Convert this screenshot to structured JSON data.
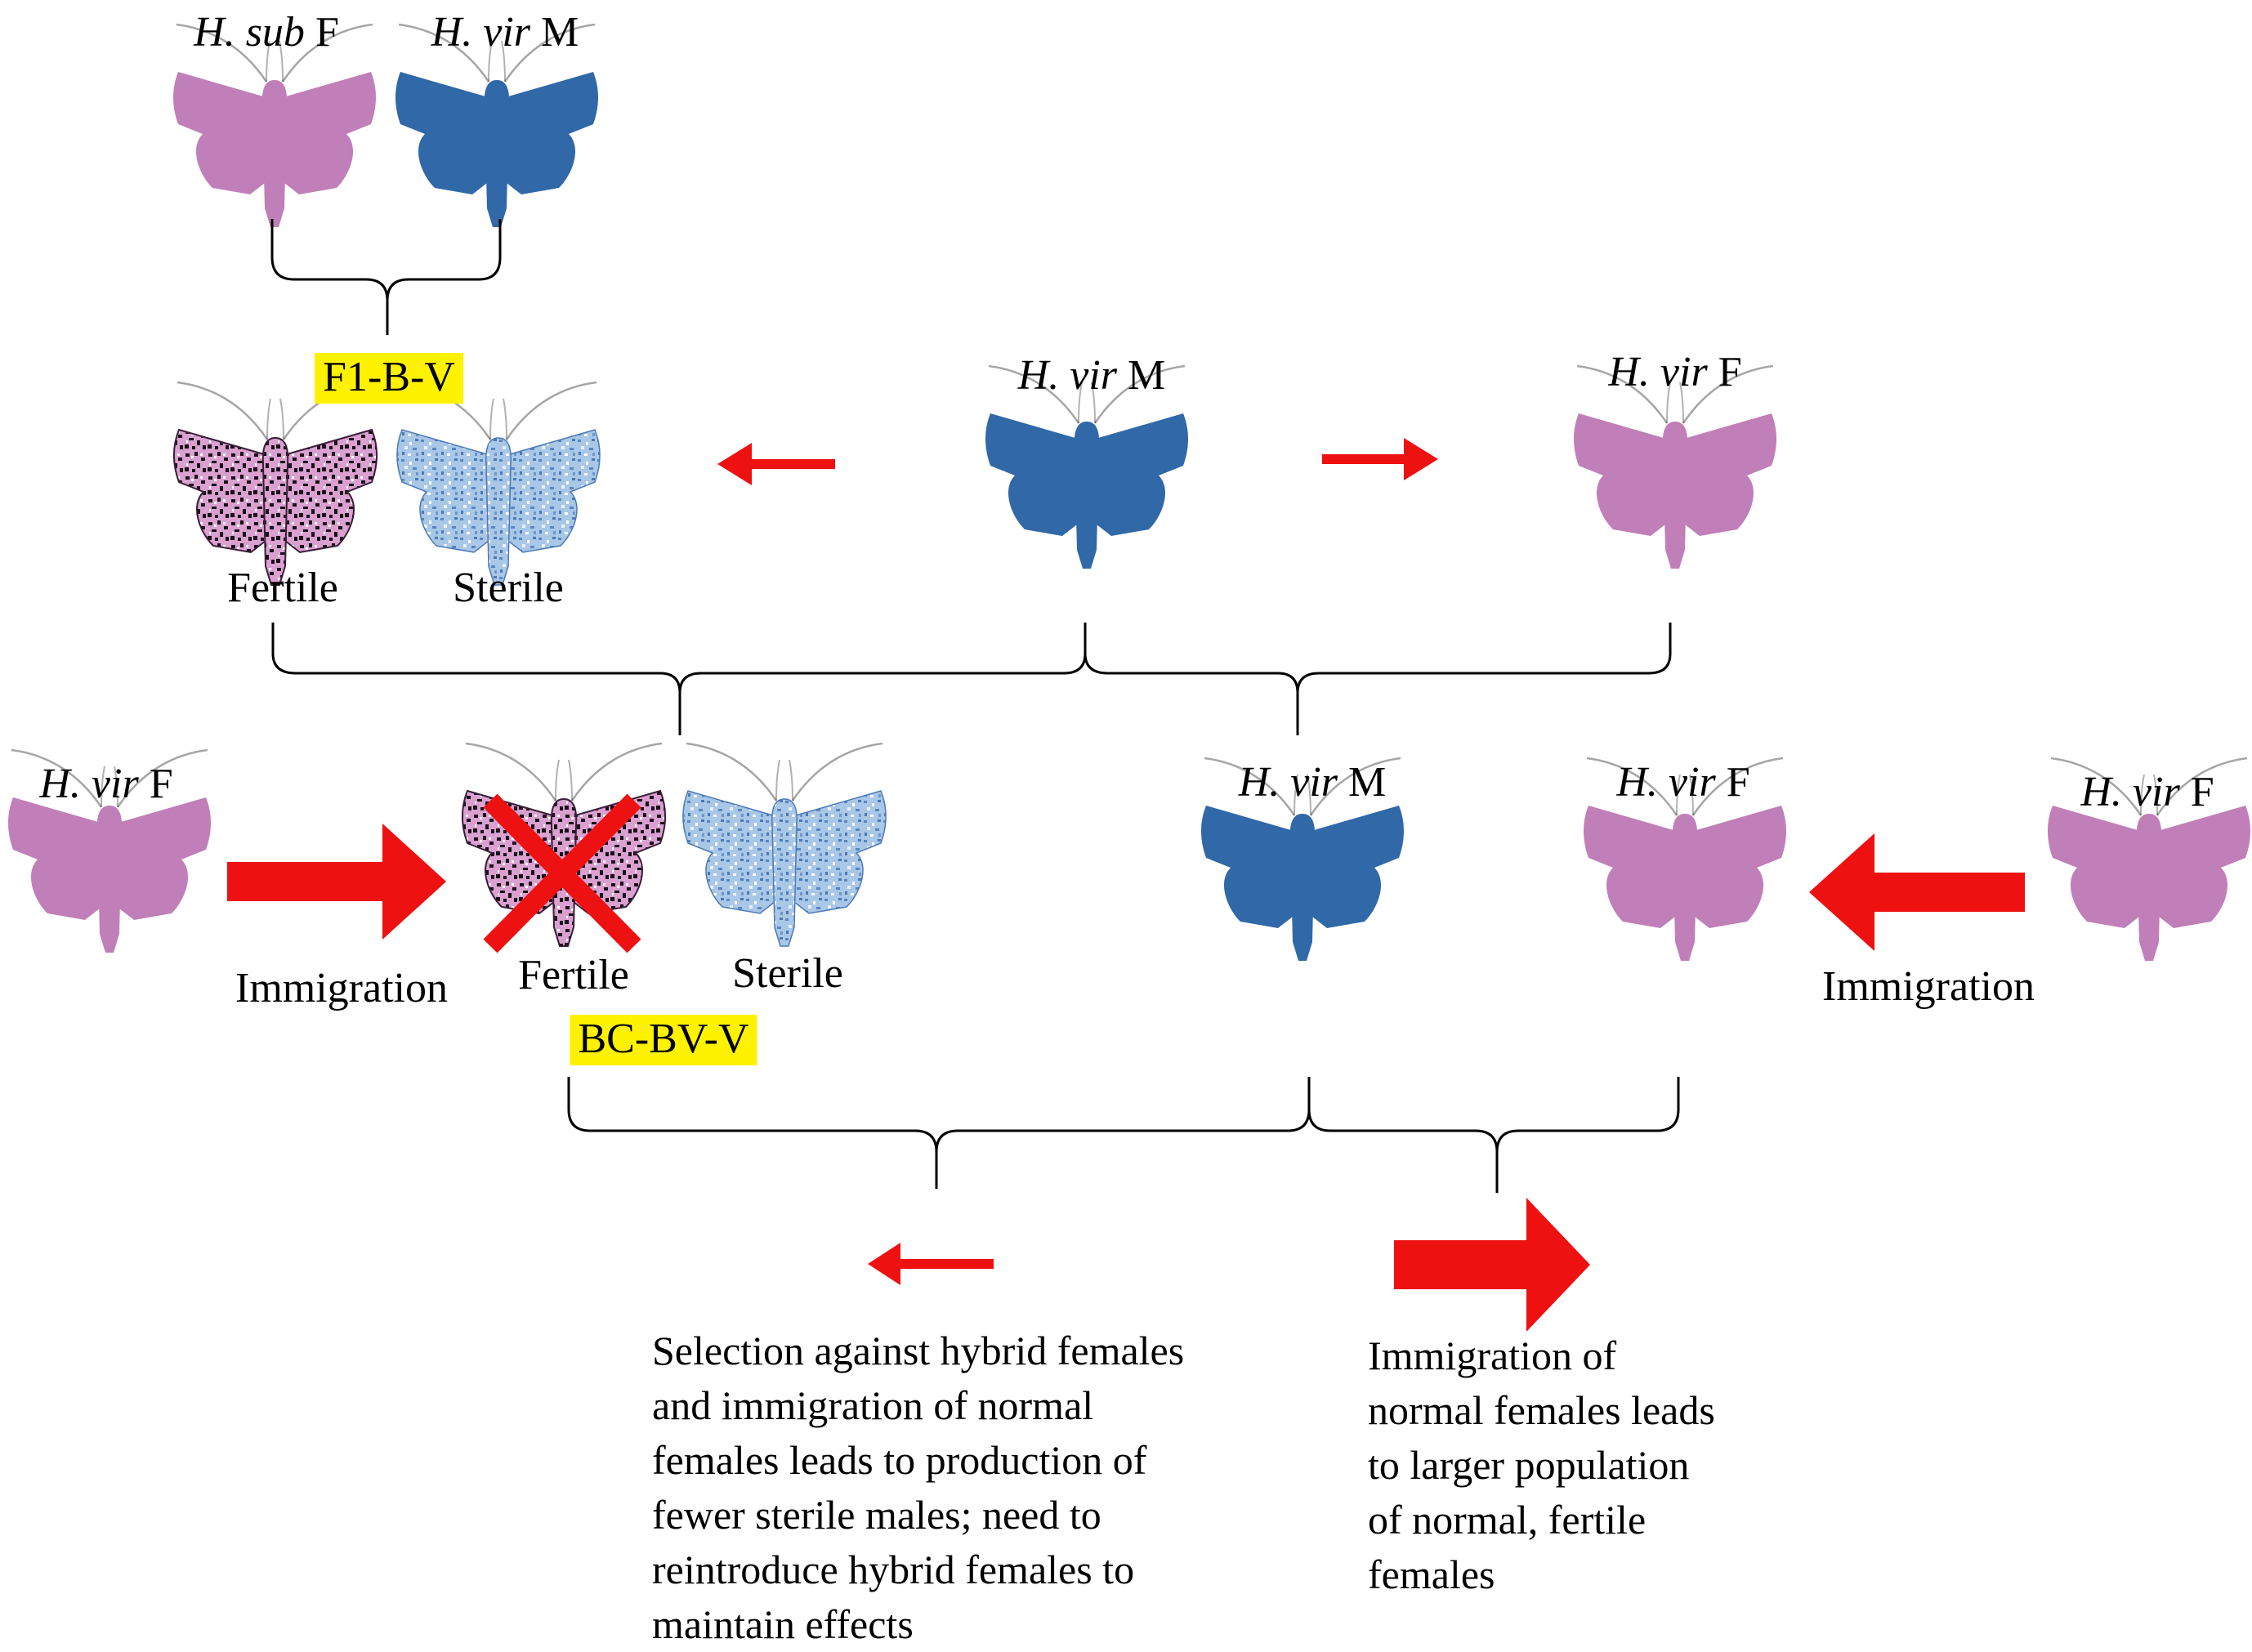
{
  "parents": {
    "hsub_f": {
      "genus": "H. sub",
      "sex": "F"
    },
    "hvir_m": {
      "genus": "H. vir",
      "sex": "M"
    }
  },
  "generation1": {
    "badge": "F1-B-V",
    "fertile": "Fertile",
    "sterile": "Sterile",
    "hvir_m": {
      "genus": "H. vir",
      "sex": "M"
    },
    "hvir_f": {
      "genus": "H. vir",
      "sex": "F"
    }
  },
  "generation2": {
    "left_female": {
      "genus": "H. vir",
      "sex": "F"
    },
    "immigration_left": "Immigration",
    "fertile": "Fertile",
    "sterile": "Sterile",
    "badge": "BC-BV-V",
    "hvir_m": {
      "genus": "H. vir",
      "sex": "M"
    },
    "hvir_f": {
      "genus": "H. vir",
      "sex": "F"
    },
    "right_female": {
      "genus": "H. vir",
      "sex": "F"
    },
    "immigration_right": "Immigration"
  },
  "outcomes": {
    "left_lines": [
      "Selection against hybrid females",
      "and immigration of normal",
      "females leads to production of",
      "fewer sterile males; need to",
      "reintroduce hybrid females to",
      "maintain effects"
    ],
    "right_lines": [
      "Immigration of",
      "normal females leads",
      "to larger population",
      "of normal, fertile",
      "females"
    ]
  },
  "colors": {
    "female_pink": "#c07fb8",
    "male_blue": "#3068a8",
    "arrow_red": "#ee1111",
    "badge_yellow": "#fff200",
    "bracket": "#000000"
  },
  "icons": {
    "moth": "moth-icon",
    "hybrid_fertile": "speckled-moth-icon",
    "hybrid_sterile": "speckled-moth-icon",
    "cross": "x-mark-icon",
    "arrow": "arrow-icon"
  }
}
